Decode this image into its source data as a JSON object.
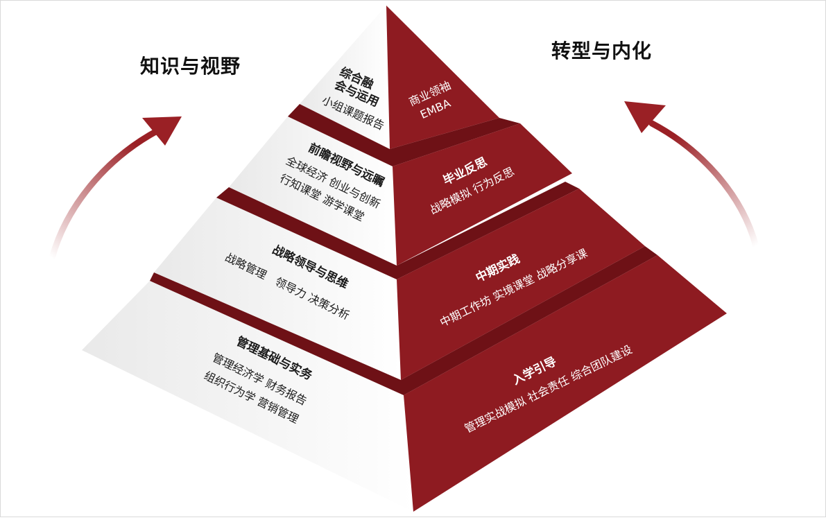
{
  "left_title": "知识与视野",
  "right_title": "转型与内化",
  "colors": {
    "red_face": "#8e1b21",
    "red_dark": "#5e0f13",
    "white_face": "#f4f4f4",
    "arrow": "#9a2025"
  },
  "left_levels": [
    {
      "title": "综合融",
      "title2": "会与运用",
      "subtitle": "小组课题报告"
    },
    {
      "title": "前瞻视野与远瞩",
      "sub1": "全球经济 创业与创新",
      "sub2": "行知课堂 游学课堂"
    },
    {
      "title": "战略领导与思维",
      "sub1": "战略管理　领导力 决策分析"
    },
    {
      "title": "管理基础与实务",
      "sub1": "管理经济学 财务报告",
      "sub2": "组织行为学 营销管理"
    }
  ],
  "right_levels": [
    {
      "title": "商业领袖",
      "sub1": "EMBA"
    },
    {
      "title": "毕业反思",
      "sub1": "战略模拟 行为反思"
    },
    {
      "title": "中期实践",
      "sub1": "中期工作坊 实境课堂 战略分享课"
    },
    {
      "title": "入学引导",
      "sub1": "管理实战模拟 社会责任 综合团队建设"
    }
  ]
}
